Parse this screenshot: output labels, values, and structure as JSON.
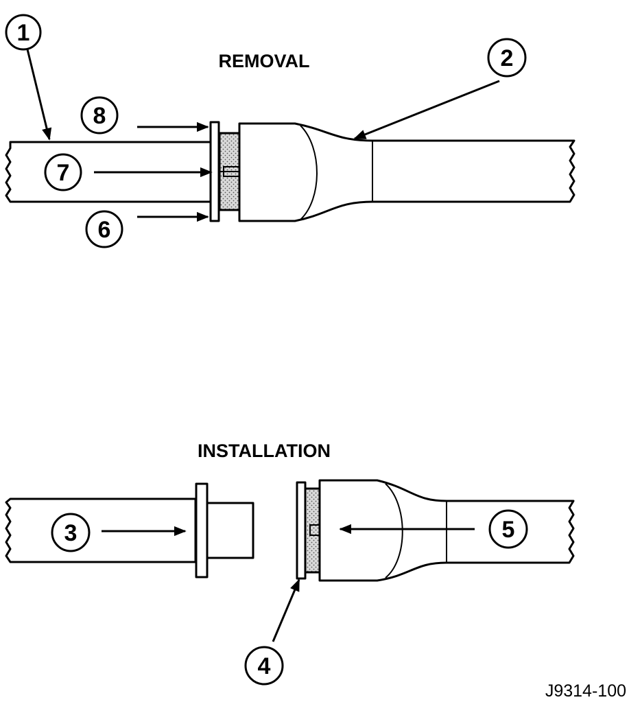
{
  "headings": {
    "removal": "REMOVAL",
    "installation": "INSTALLATION"
  },
  "callouts": {
    "c1": "1",
    "c2": "2",
    "c3": "3",
    "c4": "4",
    "c5": "5",
    "c6": "6",
    "c7": "7",
    "c8": "8"
  },
  "figure_reference": "J9314-100"
}
